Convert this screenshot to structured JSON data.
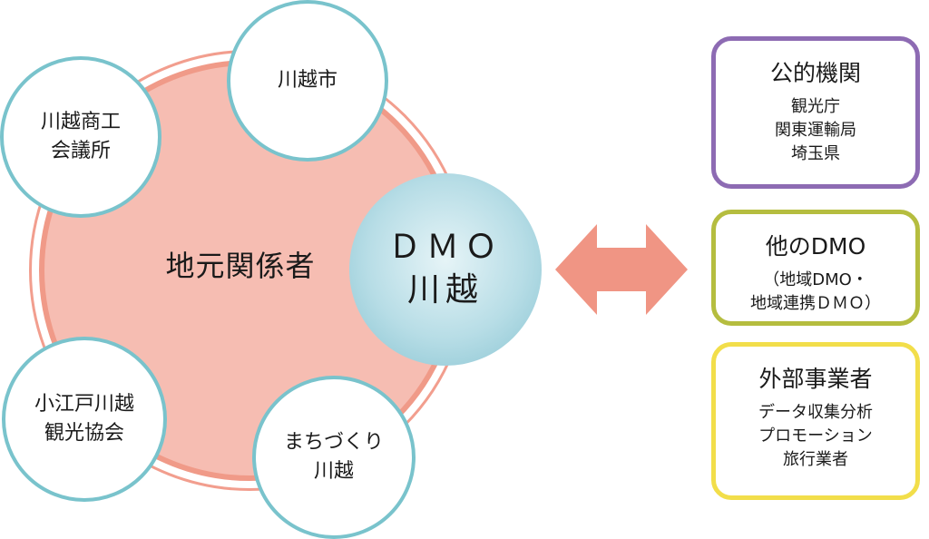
{
  "center_label": "地元関係者",
  "stakeholders": [
    {
      "label": "川越市"
    },
    {
      "label": "川越商工\n会議所"
    },
    {
      "label": "小江戸川越\n観光協会"
    },
    {
      "label": "まちづくり\n川越"
    }
  ],
  "dmo": {
    "label": "ＤＭＯ\n川越"
  },
  "boxes": [
    {
      "title": "公的機関",
      "lines": "観光庁\n関東運輸局\n埼玉県",
      "color": "#8d6bb3"
    },
    {
      "title": "他のDMO",
      "lines": "（地域DMO・\n地域連携ＤＭＯ）",
      "color": "#b5bd3f"
    },
    {
      "title": "外部事業者",
      "lines": "データ収集分析\nプロモーション\n旅行業者",
      "color": "#f2de4a"
    }
  ],
  "colors": {
    "big_circle_fill": "#f6bdb2",
    "big_circle_border": "#f09a88",
    "stakeholder_border": "#79c3cc",
    "dmo_fill": "#b7dde6",
    "arrow": "#f09584"
  }
}
